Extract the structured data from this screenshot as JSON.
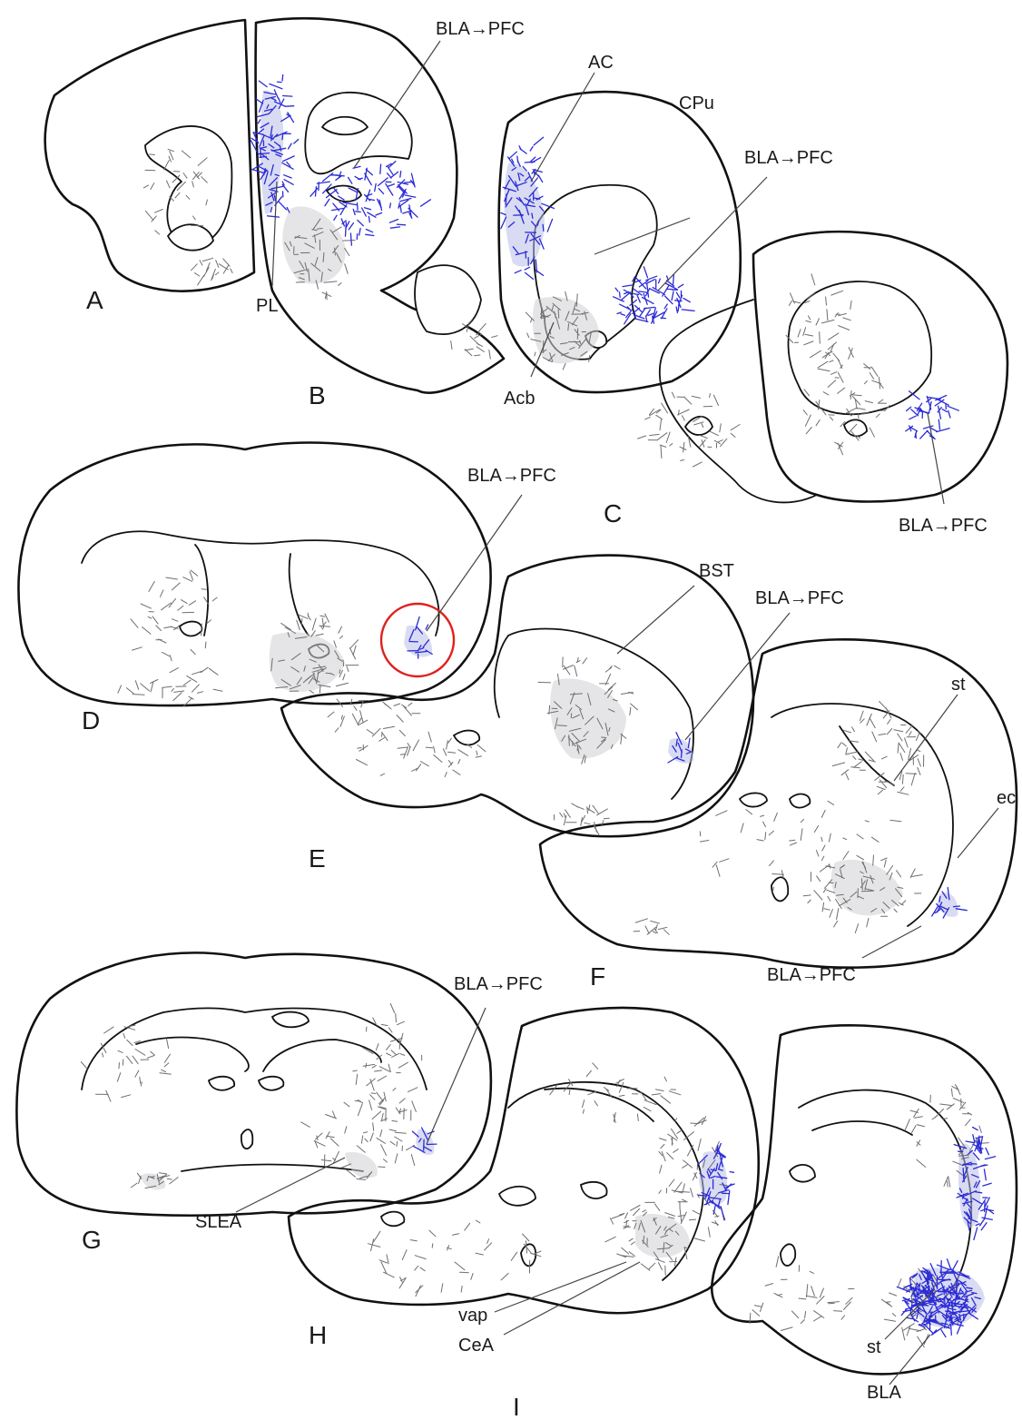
{
  "panels": {
    "A": "A",
    "B": "B",
    "C": "C",
    "D": "D",
    "E": "E",
    "F": "F",
    "G": "G",
    "H": "H",
    "I": "I"
  },
  "labels": {
    "pl": "PL",
    "ac": "AC",
    "cpu": "CPu",
    "acb": "Acb",
    "bst": "BST",
    "st": "st",
    "ec": "ec",
    "slea": "SLEA",
    "vap": "vap",
    "cea": "CeA",
    "bla": "BLA",
    "bla_pfc": "BLA→PFC"
  },
  "colors": {
    "outline": "#111111",
    "fiber_gray": "#6e6e6e",
    "fiber_blue": "#2b2bd6",
    "highlight_circle": "#e0201c"
  }
}
